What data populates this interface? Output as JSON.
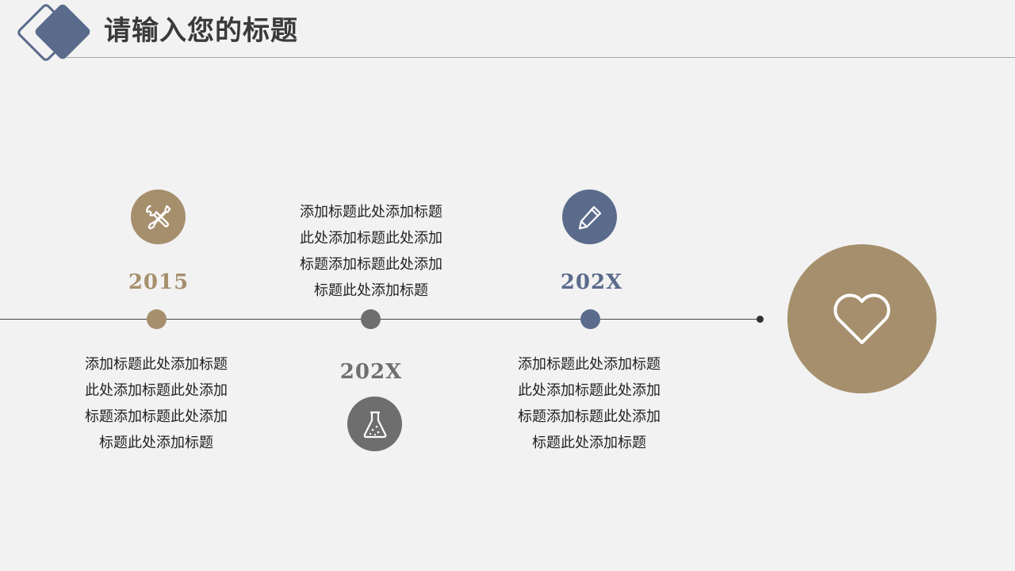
{
  "header": {
    "title": "请输入您的标题"
  },
  "colors": {
    "background": "#f2f2f2",
    "accent_tan": "#a68f6d",
    "accent_gray": "#6e6e6e",
    "accent_blue": "#5a6b8c",
    "heading": "#3a3a3a",
    "text": "#222222"
  },
  "timeline": {
    "items": [
      {
        "year": "2015",
        "icon": "tools-icon",
        "color": "#a68f6d",
        "desc_lines": [
          "添加标题此处添加标题",
          "此处添加标题此处添加",
          "标题添加标题此处添加",
          "标题此处添加标题"
        ]
      },
      {
        "year": "202X",
        "icon": "flask-icon",
        "color": "#6e6e6e",
        "desc_lines": [
          "添加标题此处添加标题",
          "此处添加标题此处添加",
          "标题添加标题此处添加",
          "标题此处添加标题"
        ]
      },
      {
        "year": "202X",
        "icon": "pencil-icon",
        "color": "#5a6b8c",
        "desc_lines": [
          "添加标题此处添加标题",
          "此处添加标题此处添加",
          "标题添加标题此处添加",
          "标题此处添加标题"
        ]
      }
    ],
    "feature_icon": "heart-icon",
    "feature_color": "#a68f6d"
  }
}
